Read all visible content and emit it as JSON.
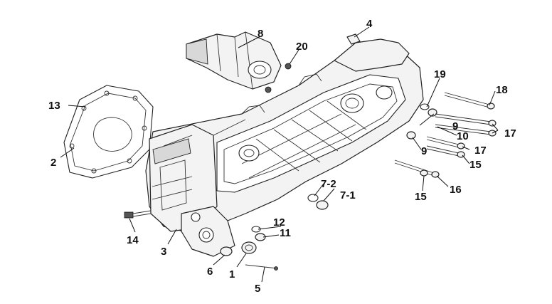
{
  "diagram": {
    "callouts": [
      {
        "id": "c1",
        "label": "1"
      },
      {
        "id": "c2",
        "label": "2"
      },
      {
        "id": "c3",
        "label": "3"
      },
      {
        "id": "c4",
        "label": "4"
      },
      {
        "id": "c5",
        "label": "5"
      },
      {
        "id": "c6",
        "label": "6"
      },
      {
        "id": "c7_1",
        "label": "7-1"
      },
      {
        "id": "c7_2",
        "label": "7-2"
      },
      {
        "id": "c8",
        "label": "8"
      },
      {
        "id": "c9a",
        "label": "9"
      },
      {
        "id": "c9b",
        "label": "9"
      },
      {
        "id": "c10",
        "label": "10"
      },
      {
        "id": "c11",
        "label": "11"
      },
      {
        "id": "c12",
        "label": "12"
      },
      {
        "id": "c13",
        "label": "13"
      },
      {
        "id": "c14",
        "label": "14"
      },
      {
        "id": "c15a",
        "label": "15"
      },
      {
        "id": "c15b",
        "label": "15"
      },
      {
        "id": "c16",
        "label": "16"
      },
      {
        "id": "c17a",
        "label": "17"
      },
      {
        "id": "c17b",
        "label": "17"
      },
      {
        "id": "c18",
        "label": "18"
      },
      {
        "id": "c19",
        "label": "19"
      },
      {
        "id": "c20",
        "label": "20"
      }
    ]
  }
}
